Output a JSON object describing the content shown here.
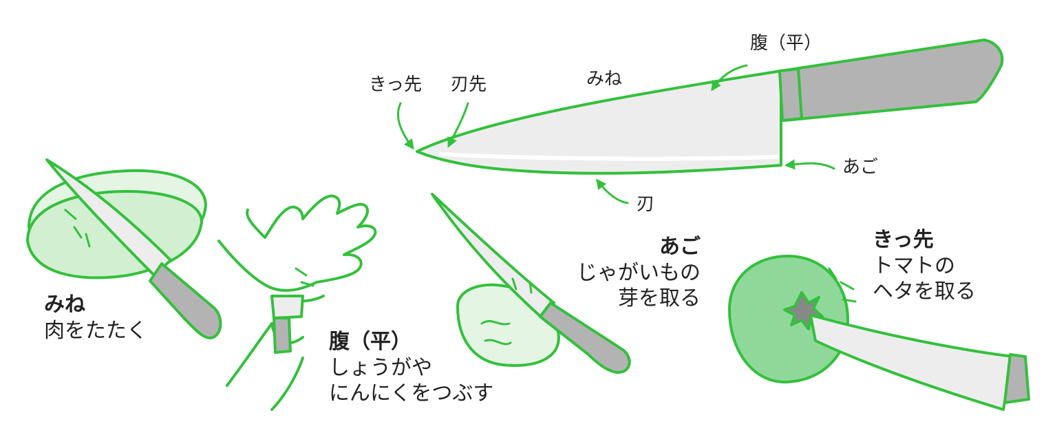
{
  "colors": {
    "outline": "#33c03c",
    "light_fill": "#d8f1d8",
    "tomato_fill": "#8fd89a",
    "blade": "#ededed",
    "handle": "#b3b3b3"
  },
  "main_knife": {
    "labels": {
      "tip": "きっ先",
      "blade_tip": "刃先",
      "spine": "みね",
      "flat": "腹（平）",
      "heel": "あご",
      "edge": "刃"
    }
  },
  "uses": {
    "spine": {
      "title": "みね",
      "lines": [
        "肉をたたく"
      ]
    },
    "flat": {
      "title": "腹（平）",
      "lines": [
        "しょうがや",
        "にんにくをつぶす"
      ]
    },
    "heel": {
      "title": "あご",
      "lines": [
        "じゃがいもの",
        "芽を取る"
      ]
    },
    "tip": {
      "title": "きっ先",
      "lines": [
        "トマトの",
        "ヘタを取る"
      ]
    }
  }
}
